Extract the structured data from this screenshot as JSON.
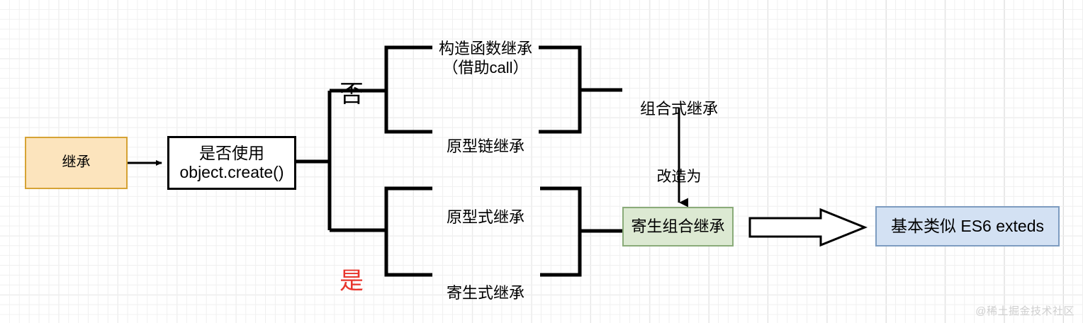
{
  "diagram": {
    "title_watermark": "@稀土掘金技术社区",
    "nodes": {
      "start": {
        "label": "继承",
        "fill": "#fce4bd",
        "stroke": "#d6a335"
      },
      "decision": {
        "label": "是否使用\nobject.create()",
        "fill": "#ffffff",
        "stroke": "#000000"
      },
      "parasitic_combination": {
        "label": "寄生组合继承",
        "fill": "#dce9d2",
        "stroke": "#8aab79"
      },
      "es6": {
        "label": "基本类似 ES6 exteds",
        "fill": "#d3e1f3",
        "stroke": "#7d9cc0"
      }
    },
    "branch_labels": {
      "no": {
        "text": "否",
        "color": "#000000"
      },
      "yes": {
        "text": "是",
        "color": "#e8352c"
      }
    },
    "leaves": {
      "constructor_inherit": "构造函数继承\n（借助call）",
      "prototype_chain": "原型链继承",
      "prototypal": "原型式继承",
      "parasitic": "寄生式继承"
    },
    "merge_labels": {
      "combination": "组合式继承"
    },
    "edge_labels": {
      "transform_to": "改造为"
    }
  }
}
